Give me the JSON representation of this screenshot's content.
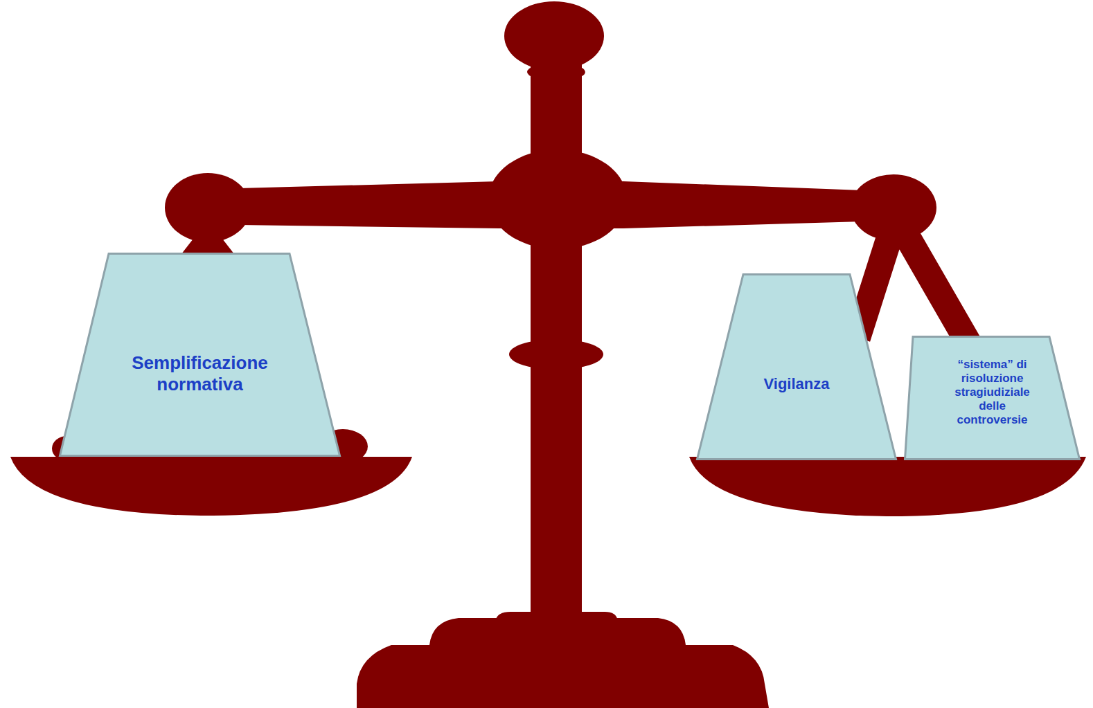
{
  "diagram": {
    "nodes": [
      {
        "text": [
          "Semplificazione normativa"
        ]
      },
      {
        "text": [
          "Vigilanza"
        ]
      },
      {
        "text": [
          "“sistema” di risoluzione stragiudiziale delle controversie"
        ]
      }
    ]
  }
}
